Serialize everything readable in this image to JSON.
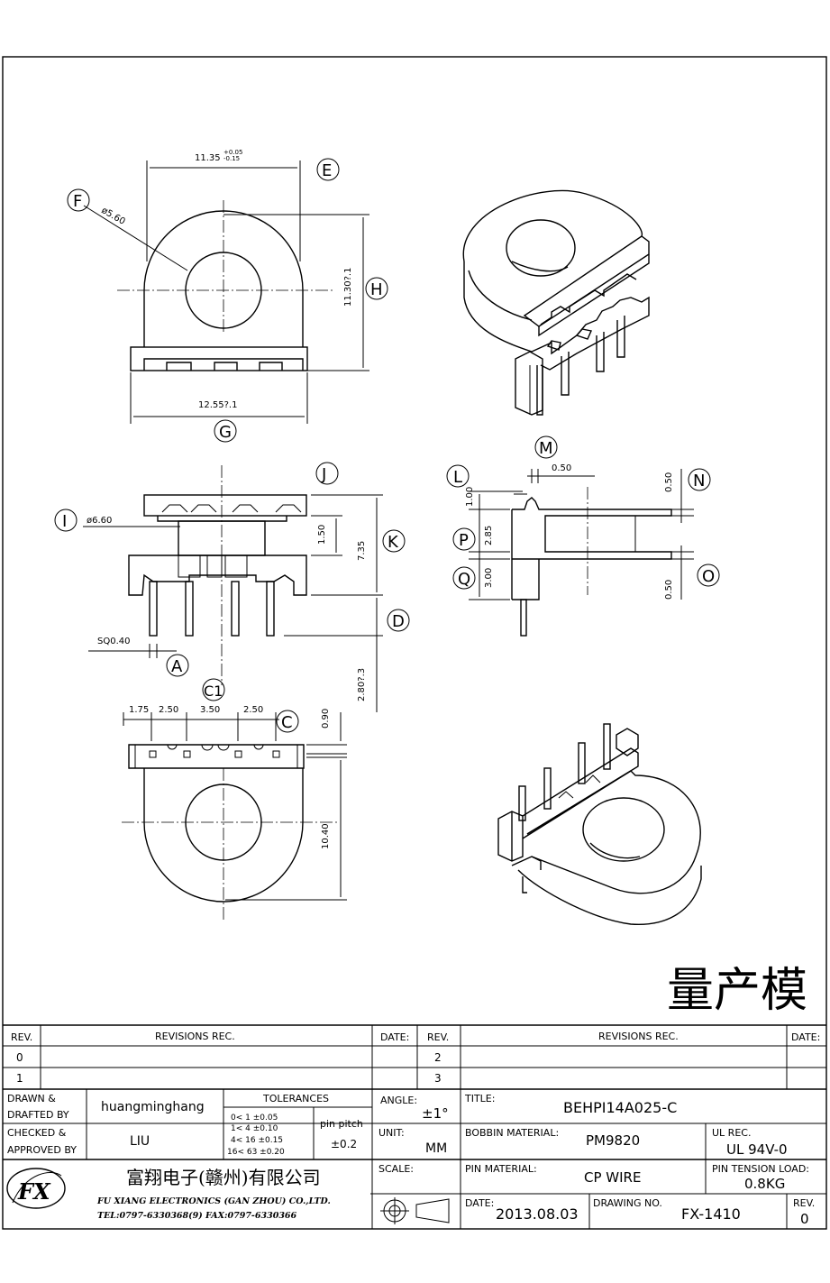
{
  "views": {
    "top": {
      "dim_width": "11.35",
      "dim_width_tol_upper": "+0.05",
      "dim_width_tol_lower": "-0.15",
      "dim_diameter": "ø5.60",
      "dim_height": "11.30?.1",
      "dim_base_width": "12.55?.1",
      "labels": [
        "E",
        "F",
        "H",
        "G"
      ]
    },
    "front": {
      "dim_diameter": "ø6.60",
      "dim_flange": "1.50",
      "dim_height": "7.35",
      "dim_pin": "2.80?.3",
      "dim_pin_square": "SQ0.40",
      "labels": [
        "J",
        "I",
        "K",
        "D",
        "A"
      ]
    },
    "side": {
      "dim_gap": "0.50",
      "dim_top": "1.00",
      "dim_p": "2.85",
      "dim_q": "3.00",
      "dim_n": "0.50",
      "dim_o": "0.50",
      "labels": [
        "M",
        "L",
        "N",
        "P",
        "Q",
        "O"
      ]
    },
    "bottom": {
      "dims": [
        "1.75",
        "2.50",
        "3.50",
        "2.50"
      ],
      "dim_slot": "0.90",
      "dim_height": "10.40",
      "labels": [
        "C1",
        "C"
      ]
    }
  },
  "status_stamp": "量产模",
  "title_block": {
    "rev_header": "REV.",
    "revisions_header": "REVISIONS    REC.",
    "date_header": "DATE:",
    "rev_rows_left": [
      "0",
      "1"
    ],
    "rev_rows_right": [
      "2",
      "3"
    ],
    "drawn_label_1": "DRAWN  &",
    "drawn_label_2": "DRAFTED  BY",
    "drawn_by": "huangminghang",
    "checked_label_1": "CHECKED  &",
    "checked_label_2": "APPROVED  BY",
    "checked_by": "LIU",
    "tolerances_header": "TOLERANCES",
    "tolerance_rows": [
      "0<   1    ±0.05",
      "1<   4    ±0.10",
      "4<   16  ±0.15",
      "16<  63  ±0.20"
    ],
    "pin_pitch_label": "pin  pitch",
    "pin_pitch_value": "±0.2",
    "angle_label": "ANGLE:",
    "angle_value": "±1°",
    "unit_label": "UNIT:",
    "unit_value": "MM",
    "scale_label": "SCALE:",
    "title_label": "TITLE:",
    "title_value": "BEHPI14A025-C",
    "bobbin_material_label": "BOBBIN  MATERIAL:",
    "bobbin_material_value": "PM9820",
    "ul_rec_label": "UL  REC.",
    "ul_rec_value": "UL  94V-0",
    "pin_material_label": "PIN  MATERIAL:",
    "pin_material_value": "CP  WIRE",
    "pin_tension_label": "PIN  TENSION  LOAD:",
    "pin_tension_value": "0.8KG",
    "date_label": "DATE:",
    "date_value": "2013.08.03",
    "drawing_no_label": "DRAWING  NO.",
    "drawing_no_value": "FX-1410",
    "rev_label": "REV.",
    "rev_value": "0",
    "company_cn": "富翔电子(赣州)有限公司",
    "company_en": "FU  XIANG  ELECTRONICS  (GAN  ZHOU)  CO.,LTD.",
    "company_contact": "TEL:0797-6330368(9)     FAX:0797-6330366",
    "logo_text": "FX"
  }
}
